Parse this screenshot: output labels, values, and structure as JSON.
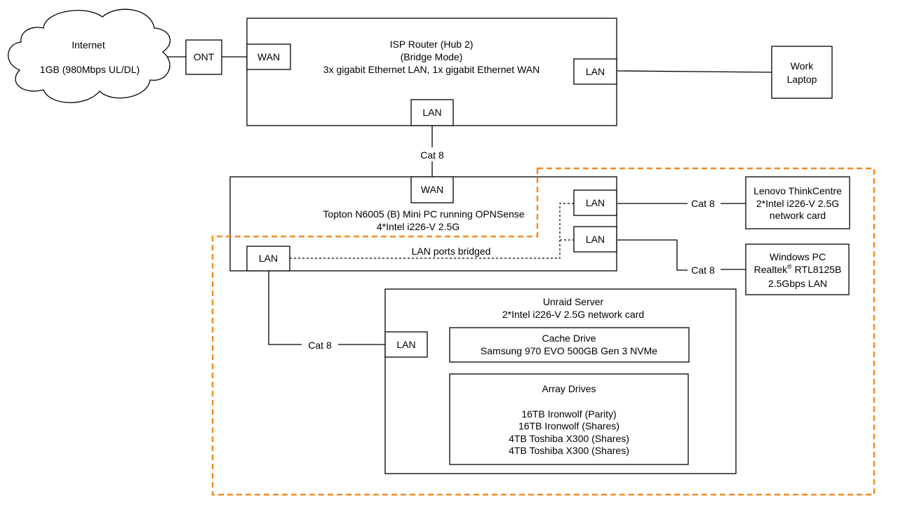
{
  "internet": {
    "title": "Internet",
    "speed": "1GB (980Mbps UL/DL)"
  },
  "ont": {
    "label": "ONT"
  },
  "isp_router": {
    "title": "ISP Router (Hub 2)",
    "mode": "(Bridge Mode)",
    "ports_desc": "3x gigabit Ethernet LAN, 1x gigabit Ethernet WAN",
    "wan_port": "WAN",
    "lan_port_right": "LAN",
    "lan_port_bottom": "LAN"
  },
  "work_laptop": {
    "line1": "Work",
    "line2": "Laptop"
  },
  "cable_router_opnsense": "Cat 8",
  "opnsense": {
    "wan_port": "WAN",
    "title": "Topton N6005 (B) Mini PC running OPNSense",
    "nics": "4*Intel i226-V 2.5G",
    "lan_port_1": "LAN",
    "lan_port_2": "LAN",
    "lan_port_left": "LAN",
    "bridge_label": "LAN ports bridged"
  },
  "cable_thinkcentre": "Cat 8",
  "cable_windows": "Cat 8",
  "cable_unraid": "Cat 8",
  "thinkcentre": {
    "line1": "Lenovo ThinkCentre",
    "line2": "2*Intel i226-V 2.5G",
    "line3": "network card"
  },
  "windows_pc": {
    "line1": "Windows PC",
    "line2_brand": "Realtek",
    "line2_reg": "®",
    "line2_model": " RTL8125B",
    "line3": "2.5Gbps LAN"
  },
  "unraid": {
    "title": "Unraid Server",
    "nic": "2*Intel i226-V 2.5G network card",
    "lan_port": "LAN",
    "cache": {
      "title": "Cache Drive",
      "drive": "Samsung 970 EVO 500GB Gen 3 NVMe"
    },
    "array": {
      "title": "Array Drives",
      "drives": [
        "16TB Ironwolf (Parity)",
        "16TB Ironwolf (Shares)",
        "4TB Toshiba X300 (Shares)",
        "4TB Toshiba X300 (Shares)"
      ]
    }
  },
  "colors": {
    "highlight": "#f08a24",
    "stroke": "#000000"
  }
}
